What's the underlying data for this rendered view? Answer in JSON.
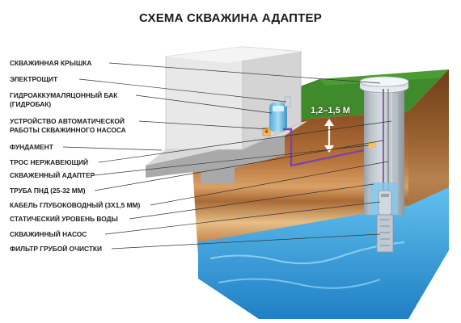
{
  "title": "СХЕМА СКВАЖИНА АДАПТЕР",
  "depth_label": "1,2–1,5 М",
  "labels": [
    "СКВАЖИННАЯ КРЫШКА",
    "ЭЛЕКТРОЩИТ",
    "ГИДРОАККУМАЛЯЦОННЫЙ БАК",
    "(ГИДРОБАК)",
    "УСТРОЙСТВО АВТОМАТИЧЕСКОЙ",
    "РАБОТЫ СКВАЖИННОГО НАСОСА",
    "ФУНДАМЕНТ",
    "ТРОС НЕРЖАВЕЮЩИЙ",
    "СКВАЖЕННЫЙ АДАПТЕР",
    "ТРУБА ПНД (25-32 ММ)",
    "КАБЕЛЬ ГЛУБОКОВОДНЫЙ (3Х1,5 ММ)",
    "СТАТИЧЕСКИЙ УРОВЕНЬ ВОДЫ",
    "СКВАЖИННЫЙ НАСОС",
    "ФИЛЬТР ГРУБОЙ ОЧИСТКИ"
  ],
  "colors": {
    "grass": "#3f8a2a",
    "soil_top": "#a0612e",
    "soil_mid": "#c98a52",
    "sand": "#e2b87c",
    "water": "#3ea6e0",
    "concrete": "#c9c9c9",
    "pipe": "#7a45a8",
    "tank": "#7ec8ec"
  }
}
